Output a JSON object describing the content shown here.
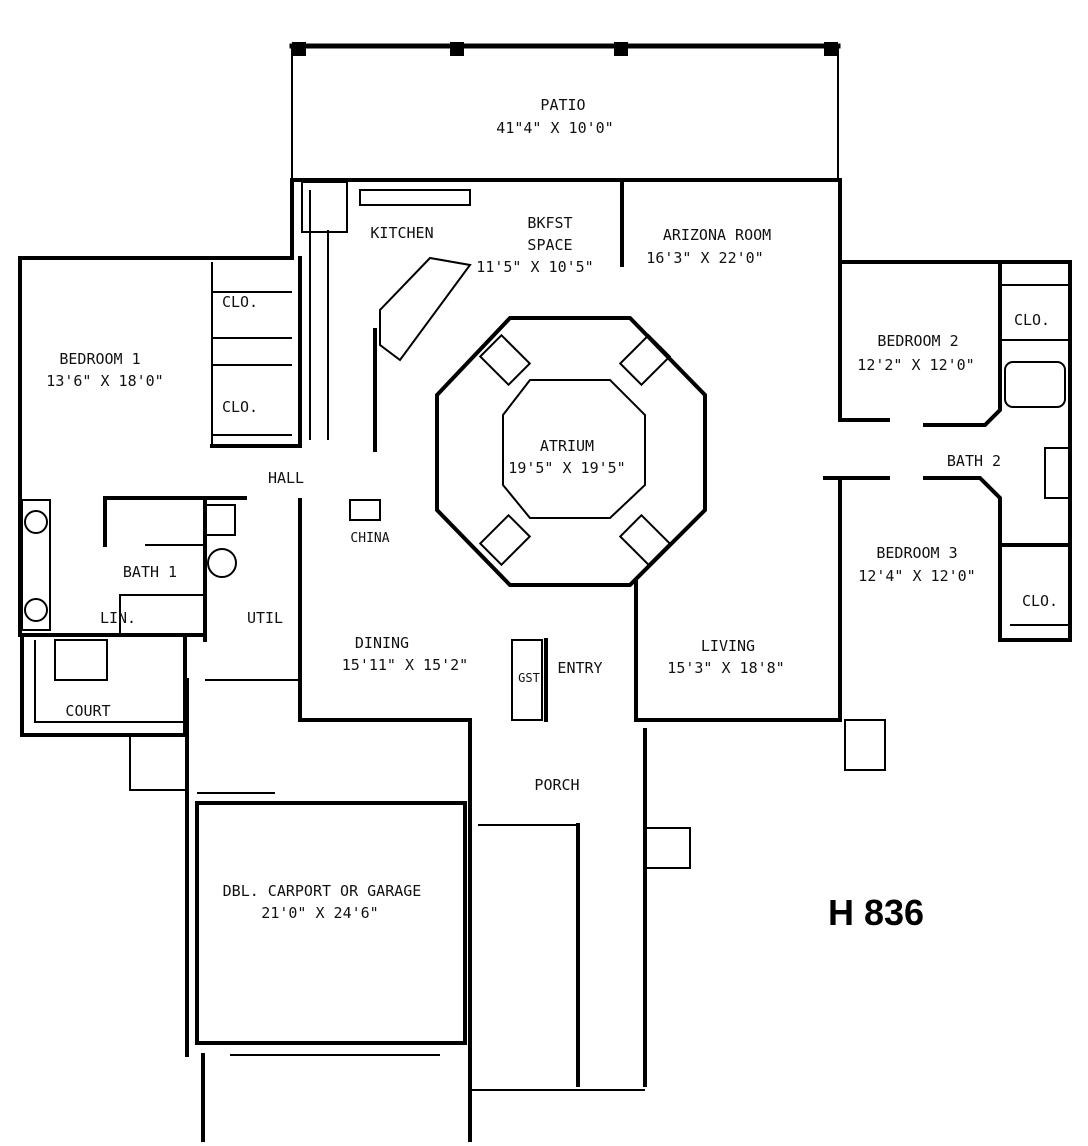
{
  "plan_code": "H 836",
  "rooms": {
    "patio": {
      "name": "PATIO",
      "size": "41\"4\" X 10'0\""
    },
    "kitchen": {
      "name": "KITCHEN"
    },
    "bkfst": {
      "name": "BKFST",
      "name2": "SPACE",
      "size": "11'5\" X 10'5\""
    },
    "arizona": {
      "name": "ARIZONA ROOM",
      "size": "16'3\" X 22'0\""
    },
    "bedroom1": {
      "name": "BEDROOM 1",
      "size": "13'6\" X 18'0\""
    },
    "clo1": "CLO.",
    "clo2": "CLO.",
    "hall": "HALL",
    "china": "CHINA",
    "atrium": {
      "name": "ATRIUM",
      "size": "19'5\" X 19'5\""
    },
    "bedroom2": {
      "name": "BEDROOM 2",
      "size": "12'2\" X 12'0\""
    },
    "clo3": "CLO.",
    "bath2": "BATH 2",
    "bedroom3": {
      "name": "BEDROOM 3",
      "size": "12'4\" X 12'0\""
    },
    "clo4": "CLO.",
    "bath1": "BATH 1",
    "lin": "LIN.",
    "util": "UTIL",
    "court": "COURT",
    "dining": {
      "name": "DINING",
      "size": "15'11\" X 15'2\""
    },
    "gst": "GST",
    "entry": "ENTRY",
    "living": {
      "name": "LIVING",
      "size": "15'3\" X 18'8\""
    },
    "porch": "PORCH",
    "carport": {
      "name": "DBL. CARPORT OR GARAGE",
      "size": "21'0\" X 24'6\""
    }
  }
}
